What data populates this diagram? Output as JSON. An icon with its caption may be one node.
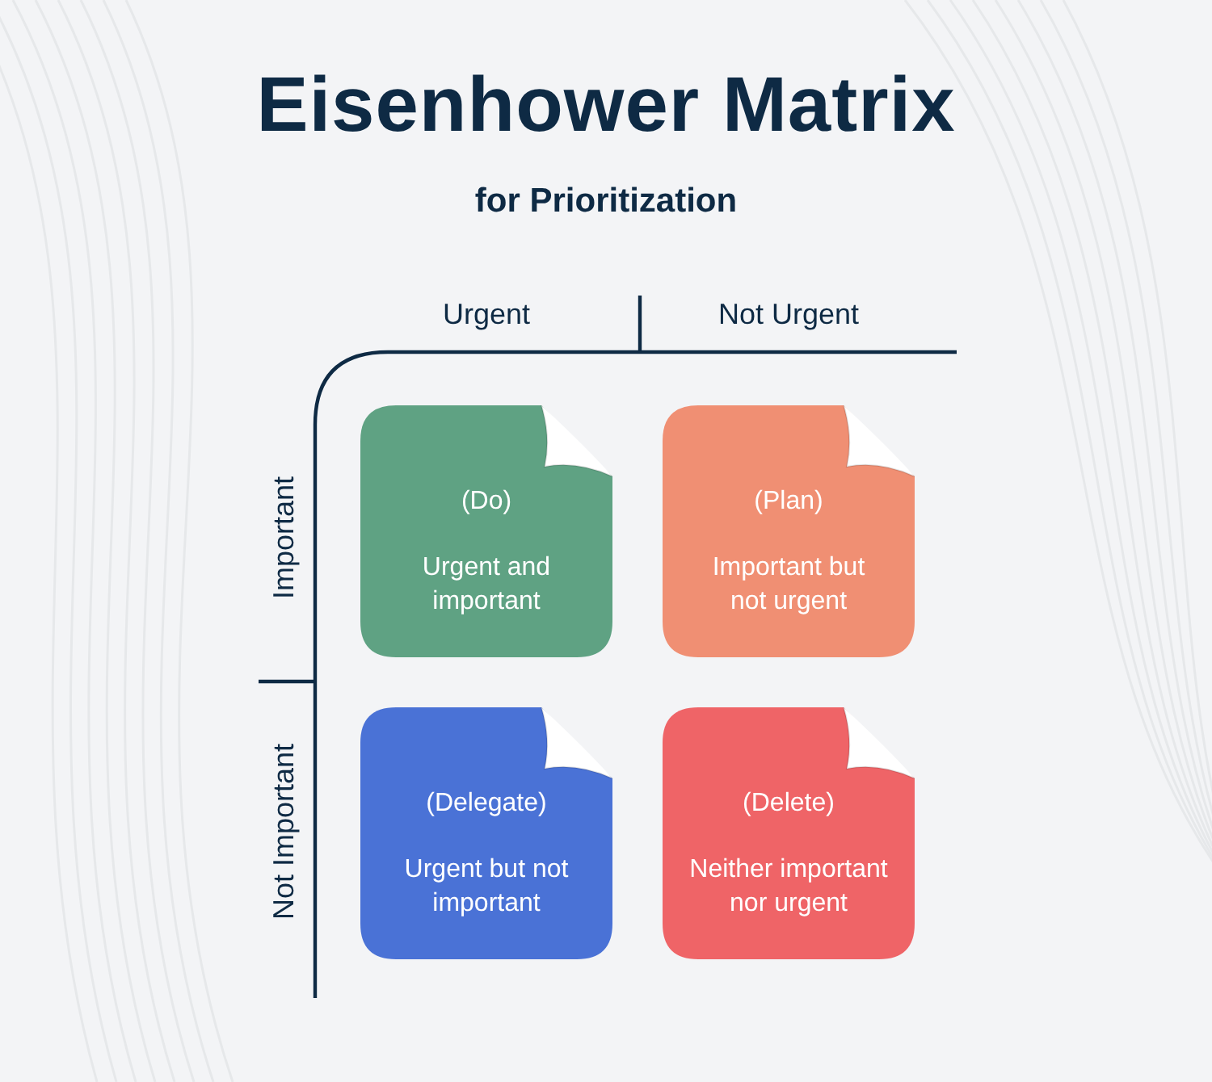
{
  "diagram": {
    "title": "Eisenhower Matrix",
    "nodes": [
      {
        "text": [
          "(Do)",
          "Urgent and important"
        ]
      },
      {
        "text": [
          "(Plan)",
          "Important but not urgent"
        ]
      },
      {
        "text": [
          "(Delegate)",
          "Urgent but not important"
        ]
      },
      {
        "text": [
          "(Delete)",
          "Neither important nor urgent"
        ]
      }
    ],
    "labels": [
      "for Prioritization",
      "Urgent",
      "Not Urgent",
      "Important",
      "Not Important"
    ]
  }
}
